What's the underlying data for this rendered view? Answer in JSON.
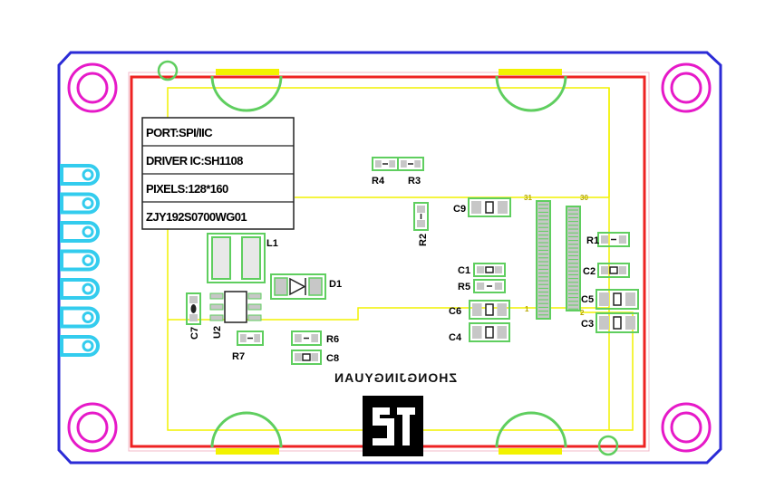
{
  "info_box": {
    "line1": "PORT:SPI/IIC",
    "line2": "DRIVER IC:SH1108",
    "line3": "PIXELS:128*160",
    "line4": "ZJY192S0700WG01"
  },
  "silkscreen_brand": "ZHONGJINGYUAN",
  "connector_pins": {
    "first": "31",
    "last": "30",
    "pin_a": "1",
    "pin_b": "2"
  },
  "labels": {
    "L1": "L1",
    "D1": "D1",
    "U2": "U2",
    "C7": "C7",
    "R7": "R7",
    "R6": "R6",
    "C8": "C8",
    "R4": "R4",
    "R3": "R3",
    "C9": "C9",
    "R2": "R2",
    "C1": "C1",
    "R5": "R5",
    "C6": "C6",
    "C4": "C4",
    "R1": "R1",
    "C2": "C2",
    "C5": "C5",
    "C3": "C3"
  },
  "colors": {
    "outline": "#2b2bd6",
    "keepout": "#ee2222",
    "silk_yellow": "#f2f200",
    "mount_hole": "#e619c8",
    "pad_cyan": "#33ccee",
    "pad_green": "#5fce5f",
    "body_gray": "#c7c7c7"
  }
}
